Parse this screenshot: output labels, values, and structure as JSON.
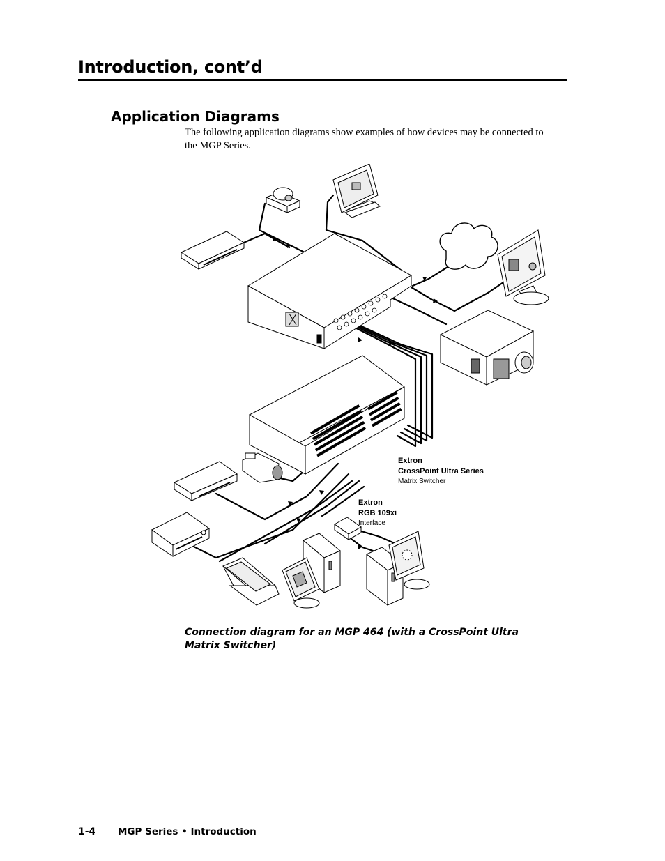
{
  "header": {
    "chapter_title": "Introduction, cont’d"
  },
  "section": {
    "title": "Application Diagrams",
    "intro": "The following application diagrams show examples of how devices may be connected to the MGP Series."
  },
  "diagram": {
    "labels": {
      "crosspoint_brand": "Extron",
      "crosspoint_model": "CrossPoint Ultra Series",
      "crosspoint_desc": "Matrix Switcher",
      "rgb_brand": "Extron",
      "rgb_model": "RGB 109xi",
      "rgb_desc": "Interface"
    }
  },
  "caption": "Connection diagram for an MGP 464 (with a CrossPoint Ultra Matrix Switcher)",
  "footer": {
    "page_number": "1-4",
    "text": "MGP Series • Introduction"
  }
}
